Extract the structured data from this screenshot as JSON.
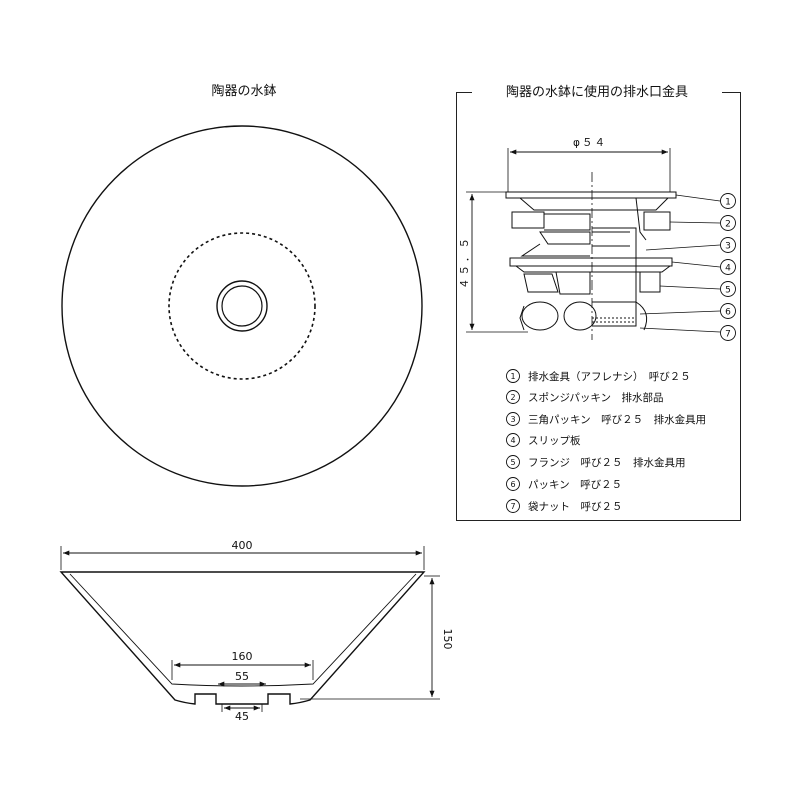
{
  "top_view": {
    "title": "陶器の水鉢"
  },
  "fitting_panel": {
    "title": "陶器の水鉢に使用の排水口金具",
    "dim_diameter": "φ５４",
    "dim_height": "４５．５",
    "callouts": [
      "1",
      "2",
      "3",
      "4",
      "5",
      "6",
      "7"
    ],
    "legend": [
      {
        "num": "1",
        "text": "排水金具（アフレナシ）　呼び２５"
      },
      {
        "num": "2",
        "text": "スポンジパッキン　排水部品"
      },
      {
        "num": "3",
        "text": "三角パッキン　呼び２５　排水金具用"
      },
      {
        "num": "4",
        "text": "スリップ板"
      },
      {
        "num": "5",
        "text": "フランジ　呼び２５　排水金具用"
      },
      {
        "num": "6",
        "text": "パッキン　呼び２５"
      },
      {
        "num": "7",
        "text": "袋ナット　呼び２５"
      }
    ]
  },
  "side_view": {
    "dim_width": "400",
    "dim_height": "150",
    "dim_base": "160",
    "dim_hole_top": "55",
    "dim_hole_bottom": "45"
  }
}
